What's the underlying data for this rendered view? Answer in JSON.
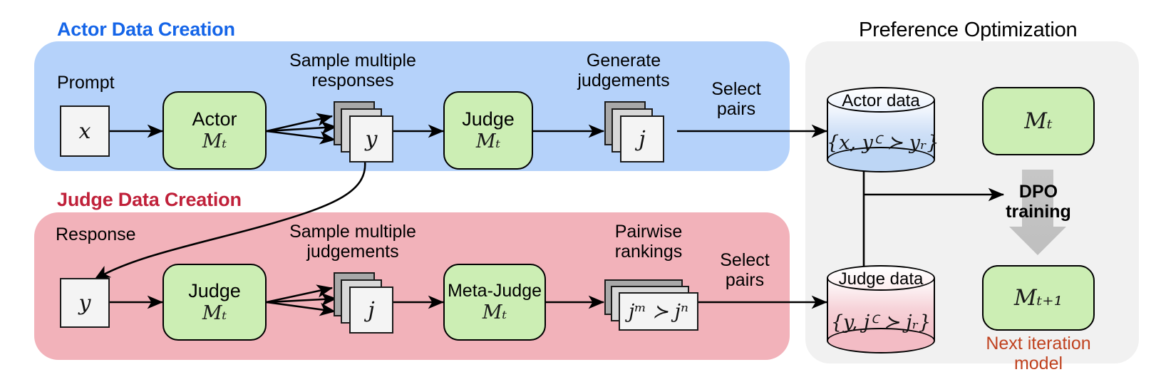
{
  "diagram": {
    "title_actor": "Actor Data Creation",
    "title_judge": "Judge Data Creation",
    "title_pref": "Preference Optimization"
  },
  "colors": {
    "actor_panel": "#b5d2fa",
    "judge_panel": "#f2b2ba",
    "pref_panel": "#f1f1f1",
    "model_box": "#cceeb4",
    "actor_title": "#1565E8",
    "judge_title": "#C0213A",
    "next_iteration": "#C0421F",
    "arrow": "#000000"
  },
  "actor_row": {
    "prompt_label": "Prompt",
    "prompt_box": "x",
    "model": {
      "name": "Actor",
      "subscript": "Mₜ"
    },
    "sample_label": "Sample multiple\nresponses",
    "response_box": "y",
    "judge": {
      "name": "Judge",
      "subscript": "Mₜ"
    },
    "generate_label": "Generate\njudgements",
    "judgement_box": "j",
    "select_label": "Select\npairs"
  },
  "judge_row": {
    "response_label": "Response",
    "response_box": "y",
    "judge": {
      "name": "Judge",
      "subscript": "Mₜ"
    },
    "sample_label": "Sample multiple\njudgements",
    "judgement_box": "j",
    "meta_judge": {
      "name": "Meta-Judge",
      "subscript": "Mₜ"
    },
    "pairwise_label": "Pairwise\nrankings",
    "ranking_box": "jᵐ ≻ jⁿ",
    "select_label": "Select\npairs"
  },
  "preference": {
    "actor_data": {
      "title": "Actor data",
      "formula": "{x, yꟲ ≻ yᵣ}"
    },
    "judge_data": {
      "title": "Judge data",
      "formula": "{y, jꟲ ≻ jᵣ}"
    },
    "current_model": "Mₜ",
    "dpo_label": "DPO\ntraining",
    "next_model": "Mₜ₊₁",
    "next_model_caption": "Next iteration\nmodel"
  }
}
